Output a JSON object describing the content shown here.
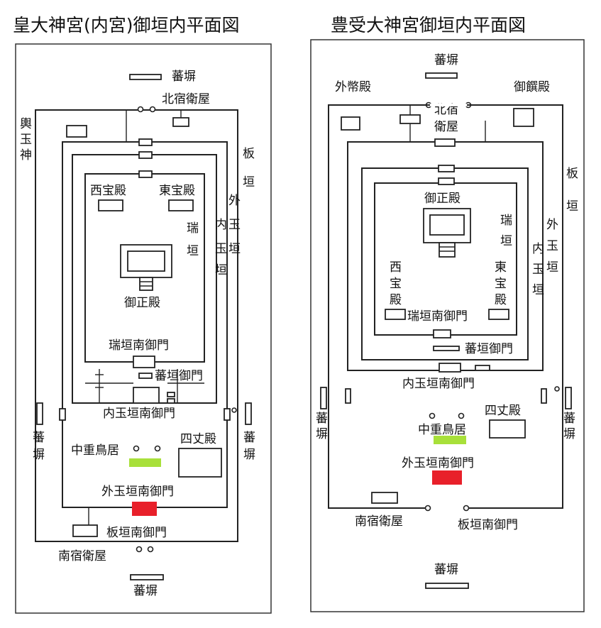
{
  "left": {
    "title": "皇大神宮(内宮)御垣内平面図",
    "labels": {
      "banbei_top": "蕃塀",
      "north_guardhouse": "北宿衛屋",
      "koshi_tama_kami": "輿玉神",
      "itagaki": "板垣",
      "sototamagaki": "外玉垣",
      "uchitamagaki": "内玉垣",
      "mizugaki": "瑞垣",
      "west_treasure": "西宝殿",
      "east_treasure": "東宝殿",
      "main_hall": "御正殿",
      "mizugaki_south_gate": "瑞垣南御門",
      "bangaki_gate": "蕃垣御門",
      "uchitamagaki_south_gate": "内玉垣南御門",
      "banbei_left": "蕃塀",
      "banbei_right": "蕃塀",
      "naka_torii": "中重鳥居",
      "yojoden": "四丈殿",
      "sototamagaki_south_gate": "外玉垣南御門",
      "itagaki_south_gate": "板垣南御門",
      "south_guardhouse": "南宿衛屋",
      "banbei_bottom": "蕃塀"
    }
  },
  "right": {
    "title": "豊受大神宮御垣内平面図",
    "labels": {
      "banbei_top": "蕃塀",
      "gaiheiden": "外幣殿",
      "mikeden": "御饌殿",
      "north_guardhouse": "北宿衛屋",
      "itagaki": "板垣",
      "sotogaki": "外玉垣",
      "uchitamagaki": "内玉垣",
      "mizugaki": "瑞垣",
      "main_hall": "御正殿",
      "west_treasure": "西宝殿",
      "east_treasure": "東宝殿",
      "mizugaki_south_gate": "瑞垣南御門",
      "bangaki_gate": "蕃垣御門",
      "uchitamagaki_south_gate": "内玉垣南御門",
      "banbei_left": "蕃塀",
      "banbei_right": "蕃塀",
      "naka_torii": "中重鳥居",
      "yojoden": "四丈殿",
      "sototamagaki_south_gate": "外玉垣南御門",
      "south_guardhouse": "南宿衛屋",
      "itagaki_south_gate": "板垣南御門",
      "banbei_bottom": "蕃塀"
    }
  },
  "colors": {
    "highlight_green": "#a8e03a",
    "highlight_red": "#e8202a"
  }
}
